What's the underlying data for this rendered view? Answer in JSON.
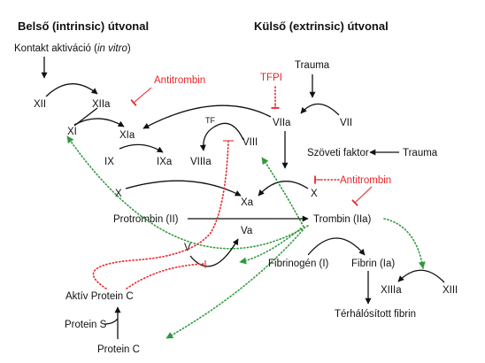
{
  "headings": {
    "intrinsic": "Belső (intrinsic) útvonal",
    "extrinsic": "Külső (extrinsic) útvonal"
  },
  "labels": {
    "contact_prefix": "Kontakt aktiváció (",
    "contact_italic": "in vitro",
    "contact_suffix": ")",
    "xii": "XII",
    "xiia": "XIIa",
    "xi": "XI",
    "xia": "XIa",
    "ix": "IX",
    "ixa": "IXa",
    "viii": "VIII",
    "viiia": "VIIIa",
    "tf": "TF",
    "viia": "VIIa",
    "vii": "VII",
    "trauma_top": "Trauma",
    "tissue_factor": "Szöveti faktor",
    "trauma_right": "Trauma",
    "x_left": "X",
    "x_right": "X",
    "xa": "Xa",
    "prothrombin": "Protrombin (II)",
    "thrombin": "Trombin (IIa)",
    "v": "V",
    "va": "Va",
    "fibrinogen": "Fibrinogén (I)",
    "fibrin": "Fibrin (Ia)",
    "xiiia": "XIIIa",
    "xiii": "XIII",
    "crosslinked_fibrin": "Térhálósított fibrin",
    "active_protein_c": "Aktív Protein C",
    "protein_s": "Protein S",
    "protein_c": "Protein C"
  },
  "inhibitors": {
    "antithrombin_top": "Antitrombin",
    "tfpi": "TFPI",
    "antithrombin_right": "Antitrombin"
  },
  "colors": {
    "activation": "#111111",
    "inhibition": "#e8262b",
    "feedback": "#2f9a3c"
  }
}
